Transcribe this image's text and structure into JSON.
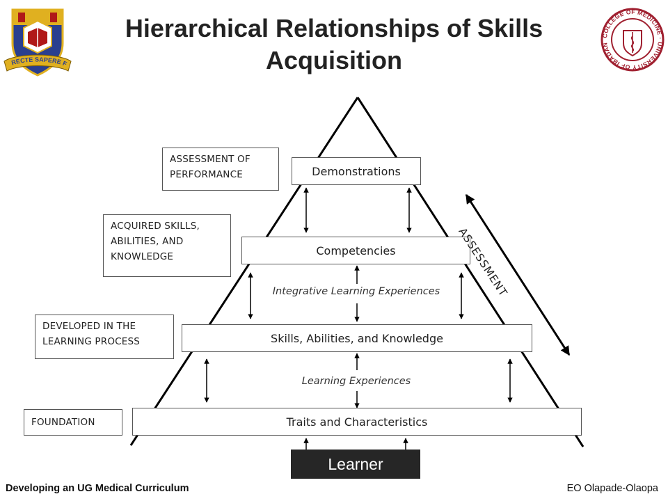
{
  "title": "Hierarchical Relationships of Skills Acquisition",
  "pyramid_levels": [
    {
      "name": "Demonstrations",
      "side_label": "ASSESSMENT OF PERFORMANCE"
    },
    {
      "name": "Competencies",
      "side_label": "ACQUIRED SKILLS, ABILITIES, AND KNOWLEDGE"
    },
    {
      "name": "Skills, Abilities, and Knowledge",
      "side_label": "DEVELOPED IN THE LEARNING PROCESS"
    },
    {
      "name": "Traits and Characteristics",
      "side_label": "FOUNDATION"
    }
  ],
  "experiences": {
    "integrative": "Integrative Learning Experiences",
    "learning": "Learning Experiences"
  },
  "base": "Learner",
  "side_arrow_label": "ASSESSMENT",
  "logos": {
    "left": {
      "motto": "RECTE SAPERE FONS"
    },
    "right": {
      "ring_text": "COLLEGE OF MEDICINE · UNIVERSITY OF IBADAN"
    }
  },
  "footer": {
    "left": "Developing an UG Medical Curriculum",
    "right": "EO Olapade-Olaopa"
  },
  "colors": {
    "lines": "#000000",
    "learner_bg": "#262626",
    "crest_blue": "#2a3f8f",
    "crest_gold": "#e0b020",
    "crest_red": "#b01818",
    "seal_red": "#a02030"
  }
}
